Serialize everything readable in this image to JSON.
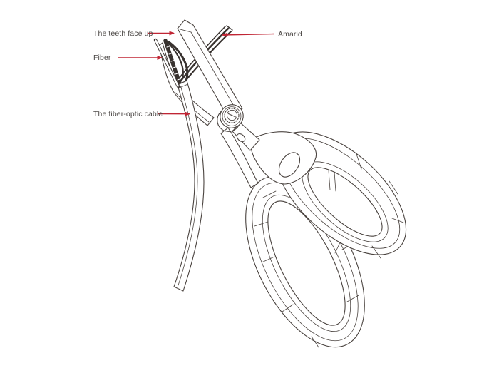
{
  "colors": {
    "background": "#ffffff",
    "ink": "#4a433f",
    "ink_strong": "#38322f",
    "accent": "#c02534",
    "text": "#4c4846"
  },
  "diagram": {
    "labels": {
      "teeth": "The teeth face up",
      "fiber": "Fiber",
      "amarid": "Amarid",
      "cable": "The fiber-optic cable"
    }
  }
}
